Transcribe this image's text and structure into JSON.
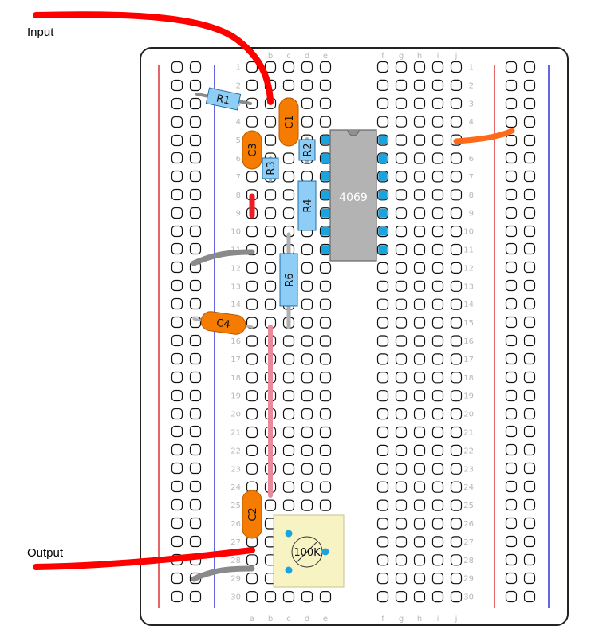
{
  "annotations": {
    "input_label": "Input",
    "output_label": "Output"
  },
  "breadboard": {
    "columns_left": [
      "a",
      "b",
      "c",
      "d",
      "e"
    ],
    "columns_right": [
      "f",
      "g",
      "h",
      "i",
      "j"
    ],
    "row_count": 30,
    "colors": {
      "board_fill": "#ffffff",
      "board_stroke": "#222222",
      "rail_red": "#d40000",
      "rail_blue": "#0000cc",
      "label_gray": "#b8b8b8"
    }
  },
  "components": {
    "R1": "R1",
    "R2": "R2",
    "R3": "R3",
    "R4": "R4",
    "R6": "R6",
    "C1": "C1",
    "C2": "C2",
    "C3": "C3",
    "C4": "C4",
    "ic": "4069",
    "pot": "100K"
  },
  "colors": {
    "resistor": "#8ecdf6",
    "capacitor": "#f57c00",
    "ic_body": "#b3b3b3",
    "ic_pin": "#1aa3dd",
    "wire_input_output": "#ff0000",
    "wire_power": "#ff6a1a",
    "wire_gray": "#8a8a8a",
    "wire_pink": "#e88a9a",
    "pot_body": "#f7f3c2"
  }
}
